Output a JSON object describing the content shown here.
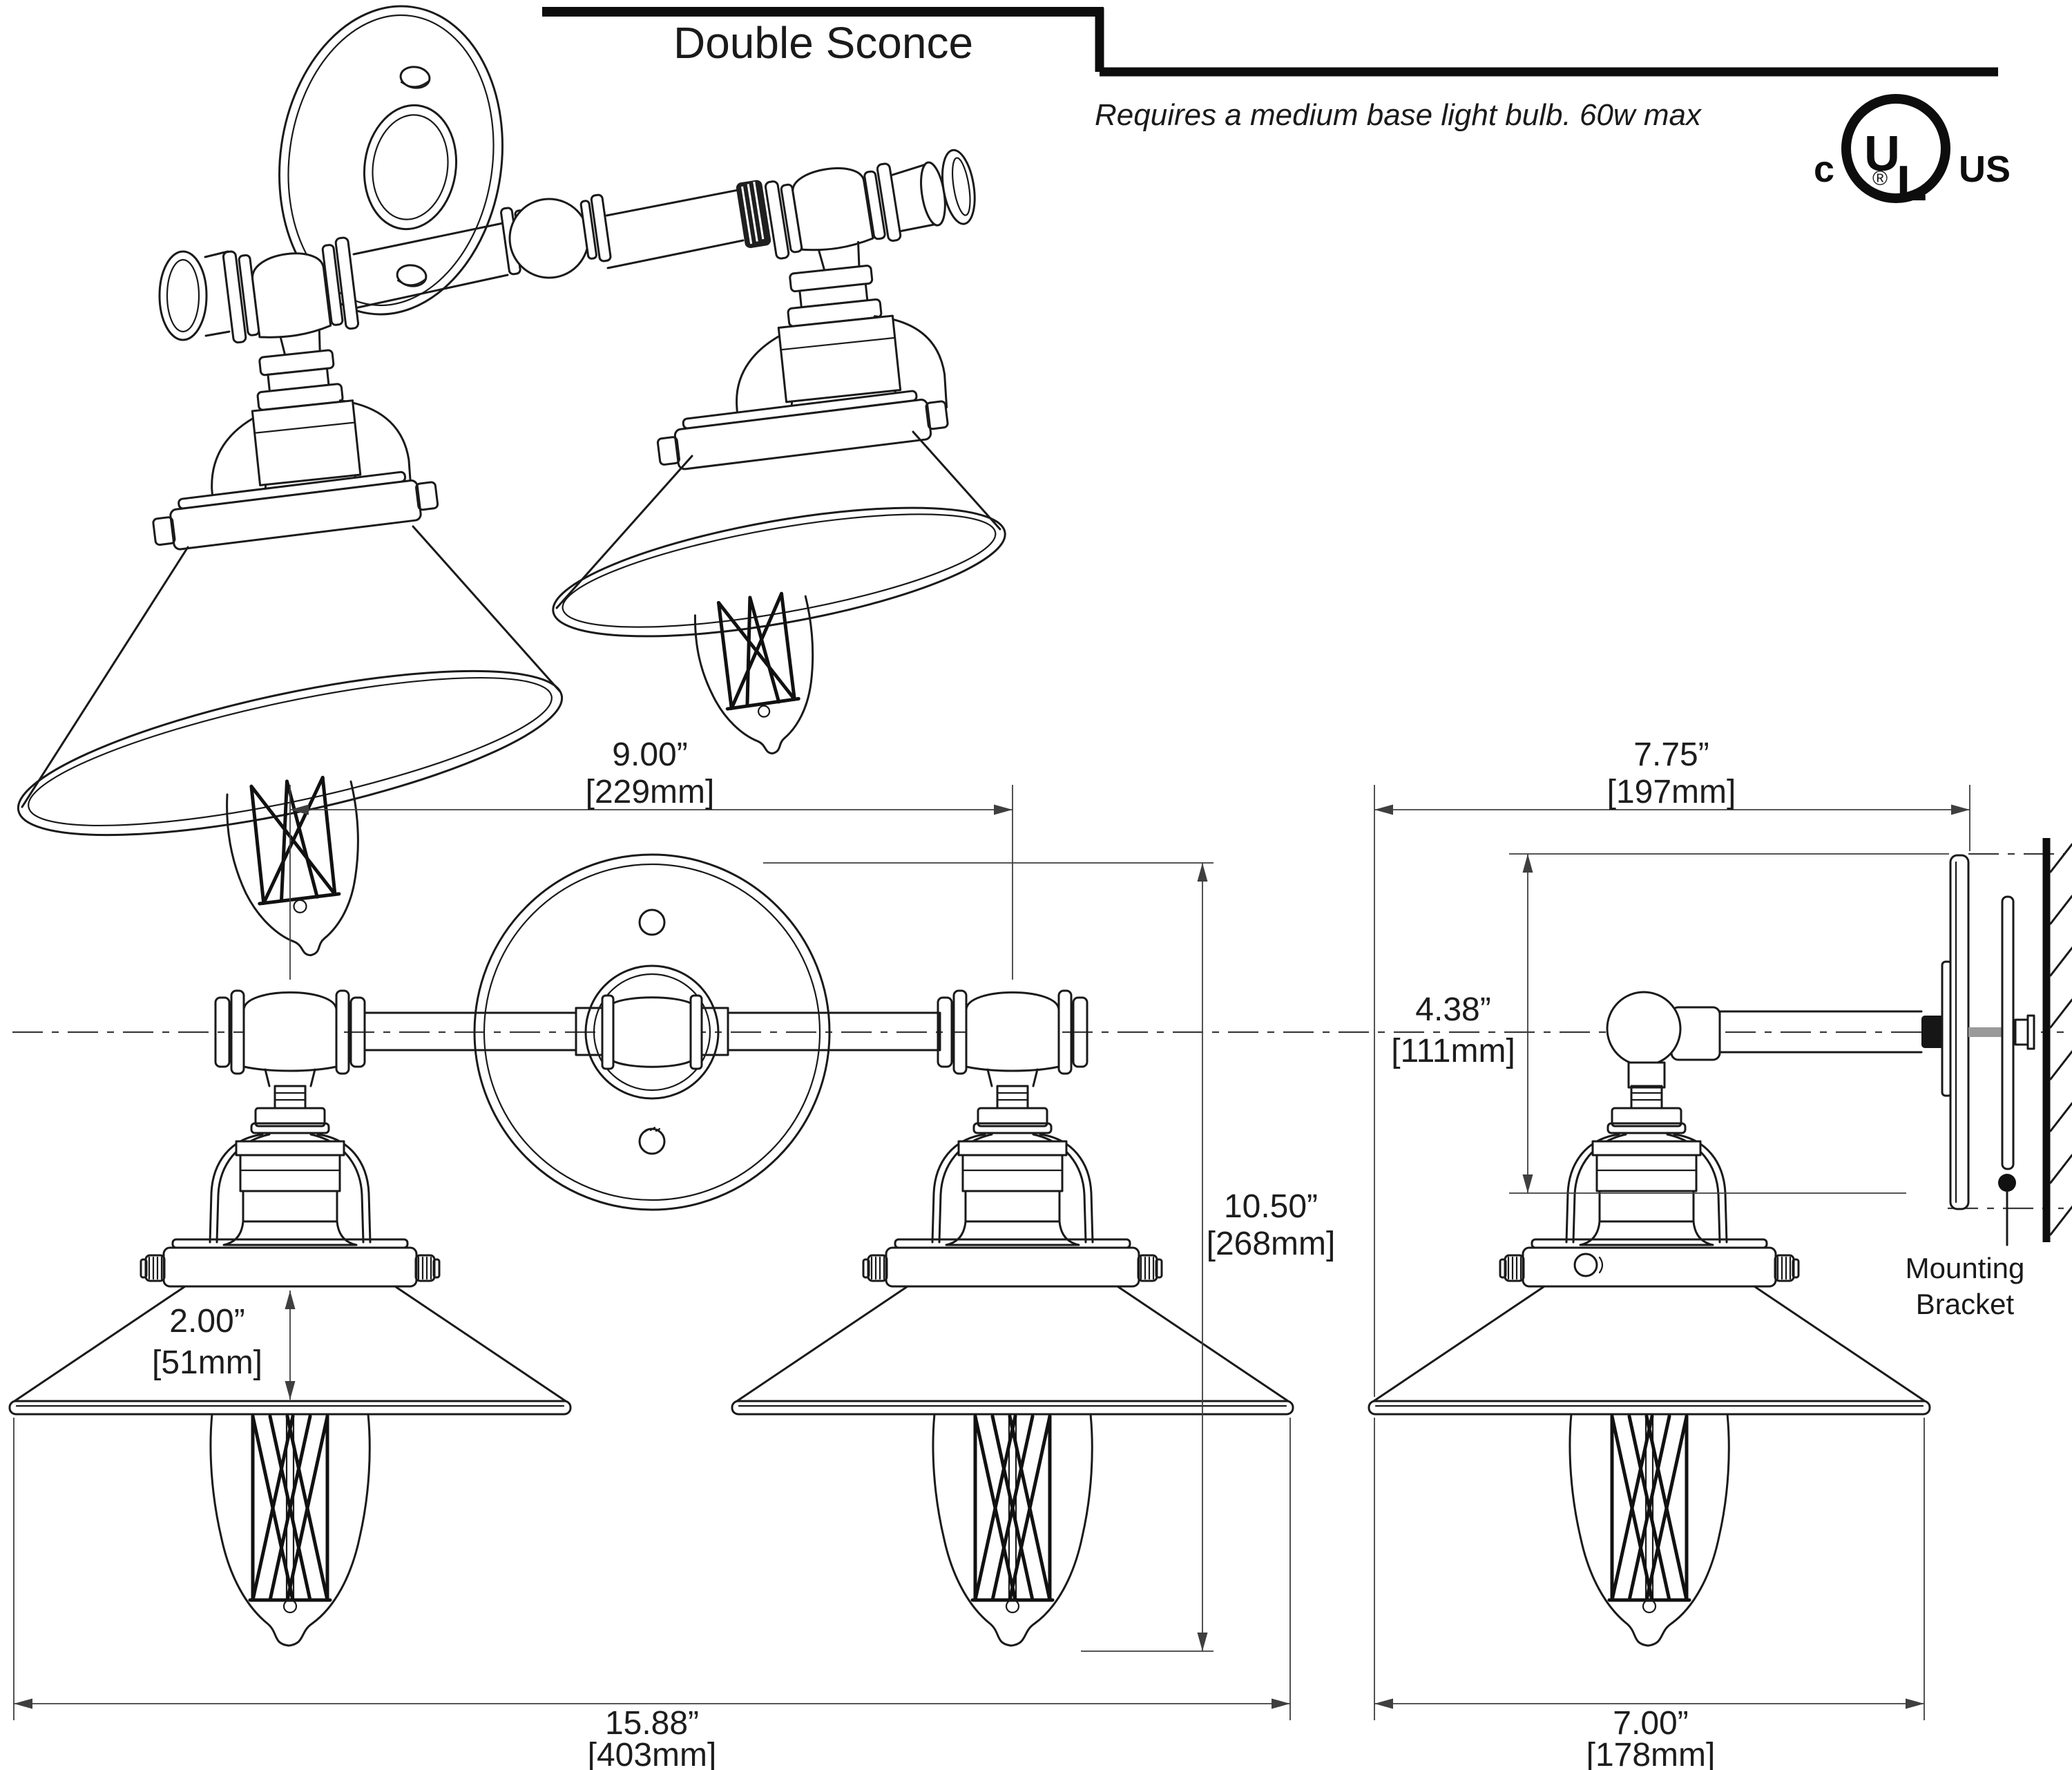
{
  "title": "Double Sconce",
  "note": "Requires a medium base light bulb. 60w max",
  "ul_mark": {
    "c": "c",
    "u": "U",
    "l": "L",
    "us": "US",
    "registered": "®"
  },
  "dims": {
    "lamp_spacing_in": "9.00”",
    "lamp_spacing_mm": "[229mm]",
    "depth_in": "7.75”",
    "depth_mm": "[197mm]",
    "drop_in": "4.38”",
    "drop_mm": "[111mm]",
    "height_in": "10.50”",
    "height_mm": "[268mm]",
    "shade_height_in": "2.00”",
    "shade_height_mm": "[51mm]",
    "overall_width_in": "15.88”",
    "overall_width_mm": "[403mm]",
    "shade_diameter_in": "7.00”",
    "shade_diameter_mm": "[178mm]"
  },
  "callouts": {
    "mounting_1": "Mounting",
    "mounting_2": "Bracket"
  }
}
